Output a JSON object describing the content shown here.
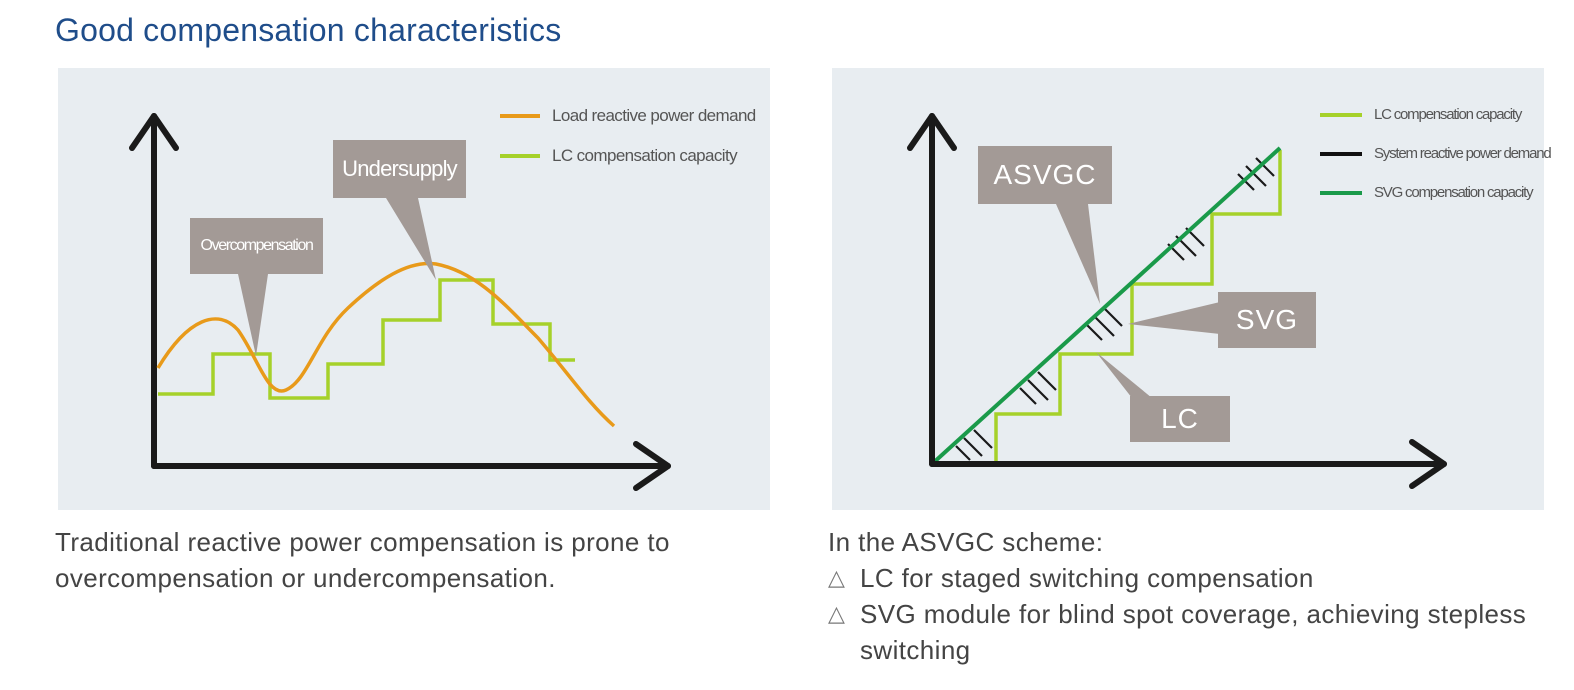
{
  "title": "Good compensation characteristics",
  "left_diagram": {
    "legend": [
      {
        "label": "Load reactive power demand",
        "color": "#e89a1a"
      },
      {
        "label": "LC compensation capacity",
        "color": "#a6d12a"
      }
    ],
    "callouts": {
      "undersupply": "Undersupply",
      "overcompensation": "Overcompensation"
    },
    "caption": "Traditional reactive power compensation is prone to overcompensation or undercompensation."
  },
  "right_diagram": {
    "legend": [
      {
        "label": "LC compensation capacity",
        "color": "#a6d12a"
      },
      {
        "label": "System reactive power demand",
        "color": "#111111"
      },
      {
        "label": "SVG compensation capacity",
        "color": "#1a9a4a"
      }
    ],
    "callouts": {
      "asvgc": "ASVGC",
      "svg": "SVG",
      "lc": "LC"
    },
    "caption_intro": "In the ASVGC scheme:",
    "bullets": [
      "LC for staged switching compensation",
      "SVG module for blind spot coverage, achieving stepless switching"
    ],
    "bullet_symbol": "△"
  },
  "colors": {
    "title": "#1f4d8a",
    "panel_bg": "#e8edf1",
    "callout_bg": "#a39a96",
    "axis": "#1a1a1a"
  }
}
